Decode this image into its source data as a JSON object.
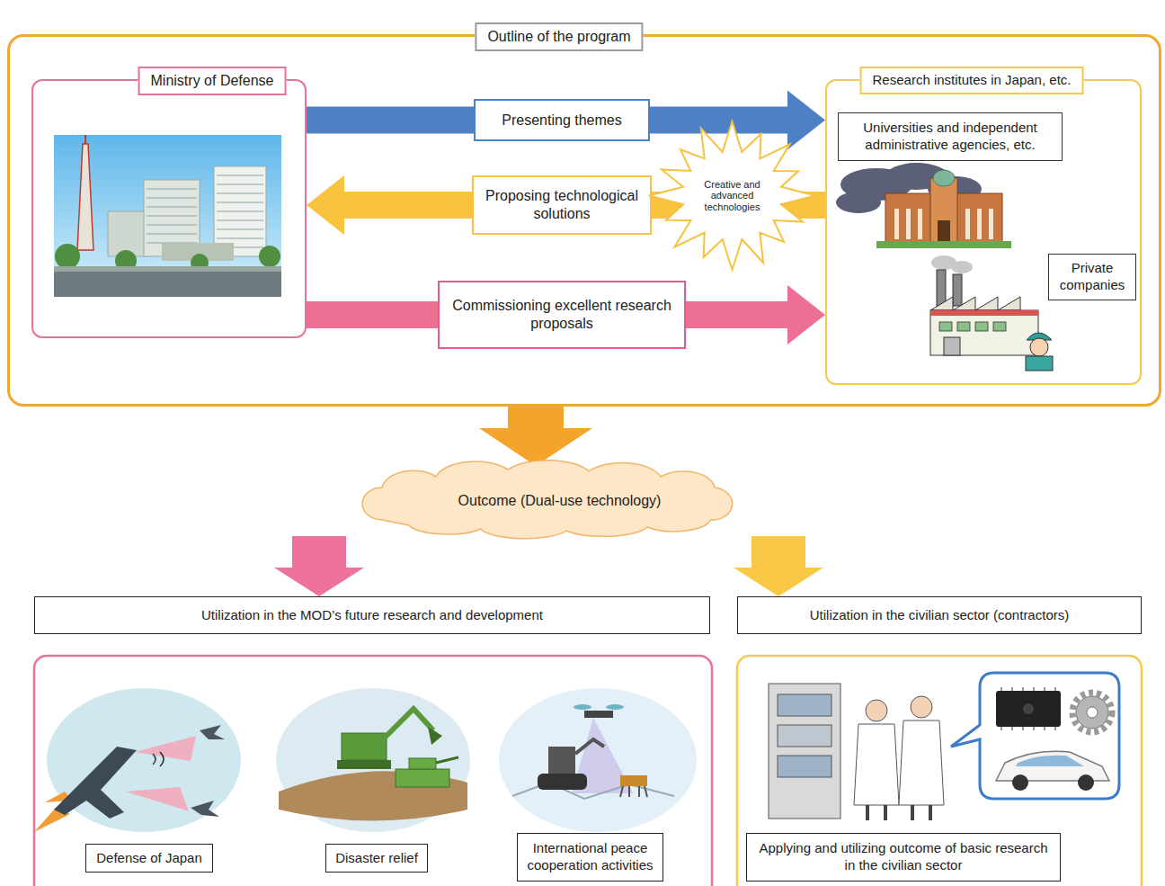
{
  "diagram": {
    "nodes": [
      {
        "text": [
          "Outline of the program"
        ]
      },
      {
        "text": [
          "Ministry of Defense"
        ],
        "in": 0
      },
      {
        "text": [
          "Presenting themes"
        ],
        "in": 0
      },
      {
        "text": [
          "Proposing technological solutions"
        ],
        "in": 0
      },
      {
        "text": [
          "Creative and advanced technologies"
        ],
        "in": 0
      },
      {
        "text": [
          "Commissioning excellent research proposals"
        ],
        "in": 0
      },
      {
        "text": [
          "Research institutes in Japan, etc."
        ],
        "in": 0
      },
      {
        "text": [
          "Universities and independent administrative agencies, etc."
        ],
        "in": 6
      },
      {
        "text": [
          "Private companies"
        ],
        "in": 6
      },
      {
        "text": [
          "Outcome (Dual-use technology)"
        ]
      },
      {
        "text": [
          "Utilization in the MOD’s future research and development"
        ]
      },
      {
        "text": [
          "Utilization in the civilian sector (contractors)"
        ]
      },
      {
        "text": [
          "Defense of Japan"
        ]
      },
      {
        "text": [
          "Disaster relief"
        ]
      },
      {
        "text": [
          "International peace cooperation activities"
        ]
      },
      {
        "text": [
          "Applying and utilizing outcome of basic research in the civilian sector"
        ]
      }
    ],
    "edges": [
      {
        "from": 1,
        "to": 2,
        "arrow": "none"
      },
      {
        "from": 2,
        "to": 6,
        "arrow": "to"
      },
      {
        "from": 6,
        "to": 3,
        "arrow": "none"
      },
      {
        "from": 3,
        "to": 1,
        "arrow": "to"
      },
      {
        "from": 1,
        "to": 5,
        "arrow": "none"
      },
      {
        "from": 5,
        "to": 6,
        "arrow": "to"
      },
      {
        "from": 0,
        "to": 9,
        "arrow": "to"
      },
      {
        "from": 9,
        "to": 10,
        "arrow": "to"
      },
      {
        "from": 9,
        "to": 11,
        "arrow": "to"
      }
    ]
  }
}
